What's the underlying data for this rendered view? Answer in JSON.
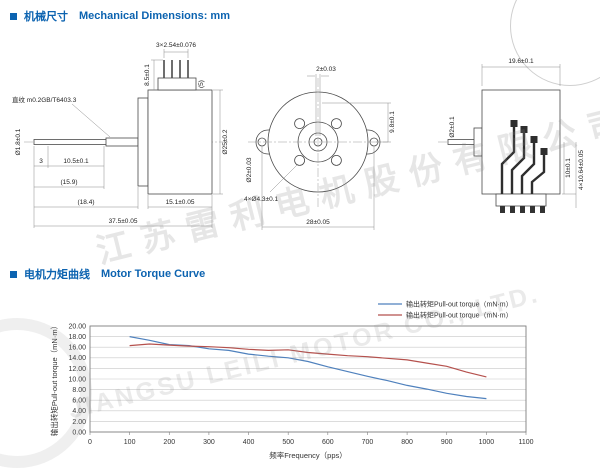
{
  "sections": {
    "mech": {
      "title_zh": "机械尺寸",
      "title_en": "Mechanical Dimensions: mm"
    },
    "torque": {
      "title_zh": "电机力矩曲线",
      "title_en": "Motor Torque Curve"
    }
  },
  "watermark": {
    "line1": "江苏雷利电机股份有限公司",
    "line2": "JIANGSU LEILI MOTOR CO., LTD."
  },
  "drawing": {
    "side_view": {
      "pin_pitch": "3×2.54±0.076",
      "pin_length": "8.5±0.1",
      "connector_height": "(5)",
      "knurl_note": "直纹 m0.2GB/T6403.3",
      "shaft_dia": "Ø1.8±0.1",
      "tip_len": "3",
      "shaft_len": "10.5±0.1",
      "ref_len_1": "(15.9)",
      "ref_len_2": "(18.4)",
      "body_len": "15.1±0.05",
      "total_len": "37.5±0.05",
      "body_dia": "Ø25±0.2"
    },
    "front_view": {
      "flat_width": "2±0.03",
      "offset": "9.8±0.1",
      "shaft_dia": "Ø2±0.03",
      "holes": "4×Ø4.3±0.1",
      "mount_span": "28±0.05"
    },
    "rear_view": {
      "depth": "19.6±0.1",
      "shaft_dia": "Ø2±0.1",
      "side_dim": "10±0.1",
      "pin_span": "4×10.64±0.05"
    }
  },
  "chart_data": {
    "type": "line",
    "title": "",
    "xlabel": "频率Frequency（pps）",
    "ylabel": "输出转矩Pull-out torque（mN·m）",
    "xlim": [
      0,
      1100
    ],
    "ylim": [
      0,
      20
    ],
    "x_ticks": [
      0,
      100,
      200,
      300,
      400,
      500,
      600,
      700,
      800,
      900,
      1000,
      1100
    ],
    "y_ticks": [
      0,
      2,
      4,
      6,
      8,
      10,
      12,
      14,
      16,
      18,
      20
    ],
    "y_tick_labels": [
      "0.00",
      "2.00",
      "4.00",
      "6.00",
      "8.00",
      "10.00",
      "12.00",
      "14.00",
      "16.00",
      "18.00",
      "20.00"
    ],
    "grid": "horizontal",
    "legend_position": "top-right",
    "x": [
      100,
      150,
      200,
      250,
      300,
      350,
      400,
      450,
      500,
      550,
      600,
      650,
      700,
      750,
      800,
      850,
      900,
      950,
      1000
    ],
    "series": [
      {
        "name": "输出转矩Pull-out torque（mN·m）",
        "color": "#4f81bd",
        "values": [
          18.0,
          17.3,
          16.5,
          16.3,
          15.7,
          15.4,
          14.7,
          14.3,
          14.0,
          13.3,
          12.3,
          11.4,
          10.5,
          9.7,
          8.8,
          8.1,
          7.3,
          6.7,
          6.3
        ]
      },
      {
        "name": "输出转矩Pull-out torque（mN·m）",
        "color": "#b5514d",
        "values": [
          16.3,
          16.6,
          16.4,
          16.2,
          16.1,
          15.9,
          15.6,
          15.4,
          15.5,
          15.0,
          14.7,
          14.4,
          14.2,
          13.9,
          13.6,
          13.0,
          12.4,
          11.3,
          10.4
        ]
      }
    ]
  }
}
